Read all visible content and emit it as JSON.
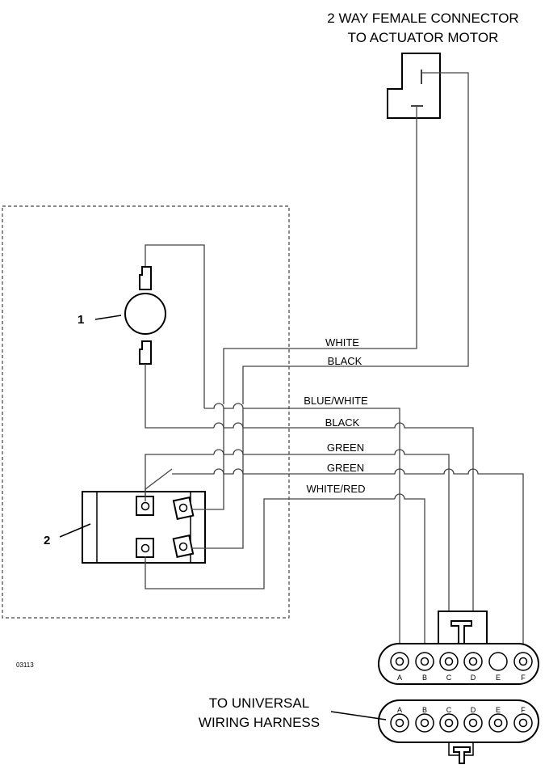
{
  "top_connector": {
    "line1": "2 WAY FEMALE CONNECTOR",
    "line2": "TO ACTUATOR MOTOR"
  },
  "component_labels": {
    "one": "1",
    "two": "2"
  },
  "wire_labels": {
    "white": "WHITE",
    "black_top": "BLACK",
    "blue_white": "BLUE/WHITE",
    "black": "BLACK",
    "green_1": "GREEN",
    "green_2": "GREEN",
    "white_red": "WHITE/RED"
  },
  "figure_code": "03113",
  "connector_pins": [
    "A",
    "B",
    "C",
    "D",
    "E",
    "F"
  ],
  "universal_harness": {
    "line1": "TO UNIVERSAL",
    "line2": "WIRING HARNESS"
  }
}
